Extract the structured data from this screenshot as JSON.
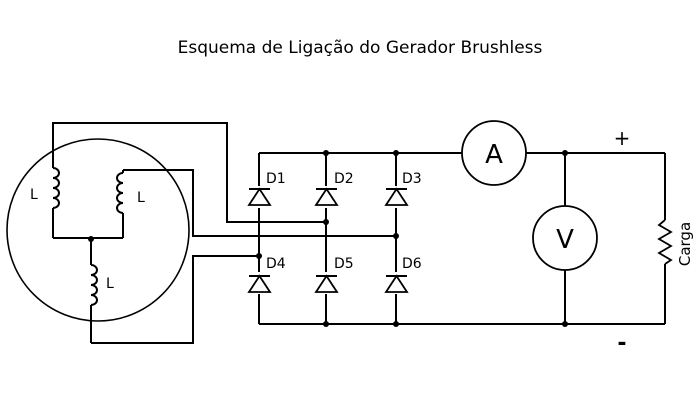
{
  "title": "Esquema de Ligação do Gerador Brushless",
  "coils": [
    "L",
    "L",
    "L"
  ],
  "diodes": [
    "D1",
    "D2",
    "D3",
    "D4",
    "D5",
    "D6"
  ],
  "ammeter": "A",
  "voltmeter": "V",
  "load": "Carga",
  "plus": "+",
  "minus": "-"
}
